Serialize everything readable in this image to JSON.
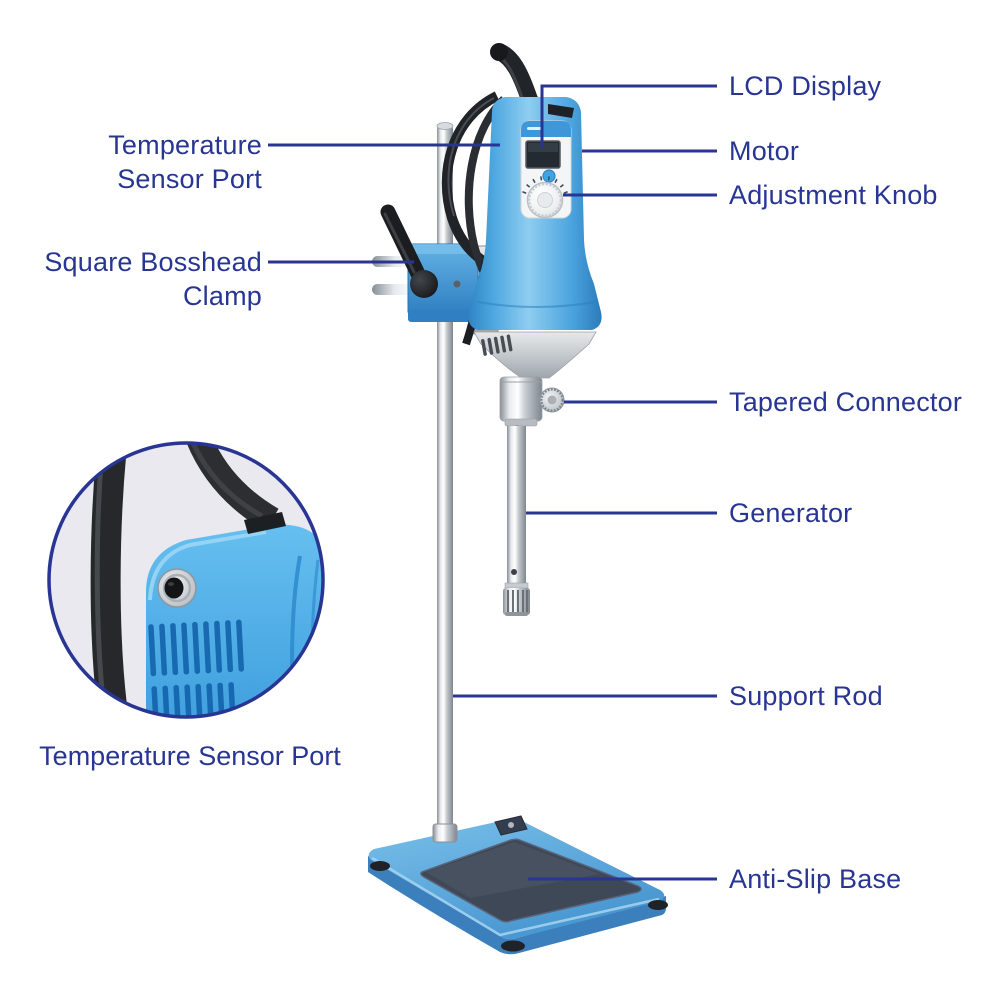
{
  "page": {
    "background": "#ffffff",
    "description": "Annotated parts diagram of a laboratory high-shear homogenizer mixer mounted on a support stand"
  },
  "colors": {
    "accent_navy": "#283593",
    "device_blue": "#4FA8E0",
    "device_blue_dark": "#2F85C4",
    "clamp_blue": "#3C8FD2",
    "chrome": "#C9CED3",
    "silver": "#B2B8BD",
    "base_blue": "#5FAEDF",
    "base_mat_dark": "#3E4857",
    "black_parts": "#202327",
    "inset_background": "#E9E9EF"
  },
  "callouts": {
    "right": [
      {
        "label": "LCD Display"
      },
      {
        "label": "Motor"
      },
      {
        "label": "Adjustment Knob"
      },
      {
        "label": "Tapered Connector"
      },
      {
        "label": "Generator"
      },
      {
        "label": "Support Rod"
      },
      {
        "label": "Anti-Slip Base"
      }
    ],
    "left": [
      {
        "line1": "Temperature",
        "line2": "Sensor Port"
      },
      {
        "line1": "Square Bosshead",
        "line2": "Clamp"
      }
    ]
  },
  "inset": {
    "caption": "Temperature Sensor Port"
  }
}
